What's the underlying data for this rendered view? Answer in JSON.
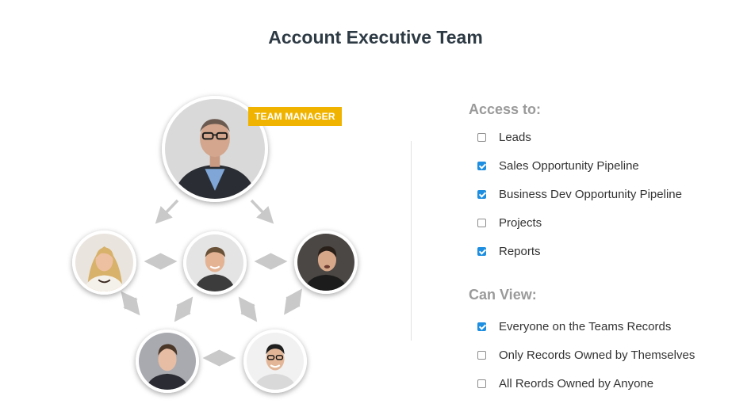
{
  "header": {
    "title": "Account Executive Team"
  },
  "badge": {
    "label": "TEAM MANAGER"
  },
  "access": {
    "title": "Access to:",
    "items": [
      {
        "label": "Leads",
        "checked": false
      },
      {
        "label": "Sales Opportunity Pipeline",
        "checked": true
      },
      {
        "label": "Business Dev Opportunity Pipeline",
        "checked": true
      },
      {
        "label": "Projects",
        "checked": false
      },
      {
        "label": "Reports",
        "checked": true
      }
    ]
  },
  "view": {
    "title": "Can View:",
    "items": [
      {
        "label": "Everyone on the Teams Records",
        "checked": true
      },
      {
        "label": "Only Records Owned by Themselves",
        "checked": false
      },
      {
        "label": "All Reords Owned by Anyone",
        "checked": false
      }
    ]
  },
  "colors": {
    "accent": "#1e8ee0",
    "badge": "#f0b400",
    "title": "#2d3a44",
    "section": "#9a9a9a",
    "arrow": "#c9c9c9"
  }
}
